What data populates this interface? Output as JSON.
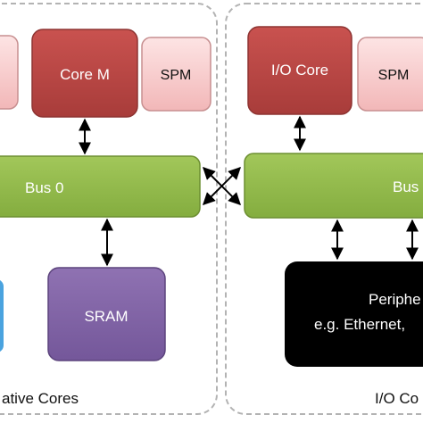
{
  "left_group": {
    "caption": "ative Cores",
    "core_label": "Core M",
    "spm_label": "SPM",
    "bus_label": "Bus 0",
    "memory_label": "SRAM"
  },
  "right_group": {
    "caption": "I/O Co",
    "core_label": "I/O Core",
    "spm_label": "SPM",
    "bus_label": "Bus",
    "peripheral_line1": "Periphe",
    "peripheral_line2": "e.g. Ethernet,"
  },
  "colors": {
    "panel_border": "#b3b3b3",
    "core_fill": "#b94a48",
    "spm_fill": "#f6c9ca",
    "bus_fill": "#8db44a",
    "sram_fill": "#8064a2",
    "peripheral_fill": "#000000",
    "blue_block_fill": "#4aa3df"
  }
}
